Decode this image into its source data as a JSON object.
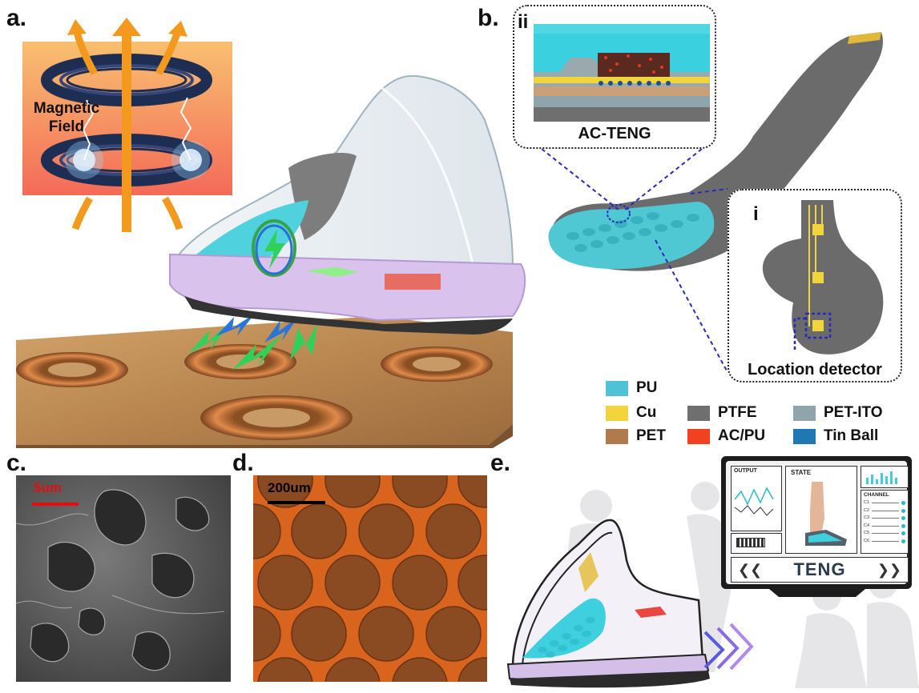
{
  "panels": {
    "a": {
      "label": "a.",
      "inset_text": [
        "Magnetic",
        "Field"
      ]
    },
    "b": {
      "label": "b.",
      "detail_ii": {
        "label": "ii",
        "caption": "AC-TENG"
      },
      "detail_i": {
        "label": "i",
        "caption": "Location detector"
      }
    },
    "c": {
      "label": "c.",
      "scale_bar": "5um"
    },
    "d": {
      "label": "d.",
      "scale_bar": "200um"
    },
    "e": {
      "label": "e.",
      "dashboard": {
        "output_label": "OUTPUT",
        "state_label": "STATE",
        "channel_label": "CHANNEL",
        "channels": [
          "C1",
          "C2",
          "C3",
          "C4",
          "C5",
          "C6"
        ],
        "title": "TENG"
      }
    }
  },
  "legend": [
    {
      "label": "PU",
      "color": "#4fc3d4"
    },
    {
      "label": "Cu",
      "color": "#f2d53c"
    },
    {
      "label": "PET",
      "color": "#b07a4c"
    },
    {
      "label": "PTFE",
      "color": "#6f6f6f"
    },
    {
      "label": "AC/PU",
      "color": "#f2411e"
    },
    {
      "label": "PET-ITO",
      "color": "#8fa5ab"
    },
    {
      "label": "Tin Ball",
      "color": "#1f78b4"
    }
  ],
  "colors": {
    "scale_bar_c": "#e01010",
    "scale_bar_d": "#000000",
    "accent_cyan": "#3fd0d8",
    "accent_purple": "#c8b4e0"
  }
}
